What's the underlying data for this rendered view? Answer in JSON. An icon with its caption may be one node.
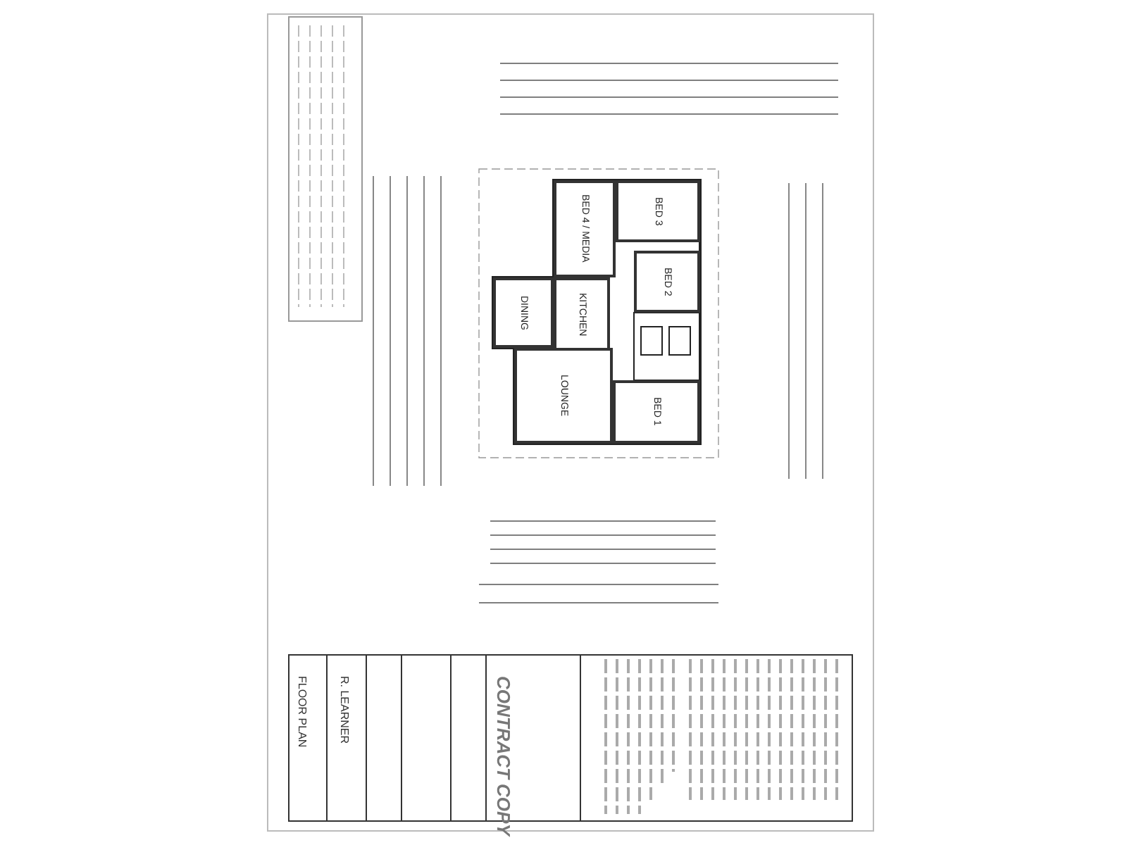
{
  "diagram": {
    "nodes": [
      {
        "text": [
          "BED 4 / MEDIA"
        ]
      },
      {
        "text": [
          "BED 3"
        ]
      },
      {
        "text": [
          "BED 2"
        ]
      },
      {
        "text": [
          "DINING"
        ]
      },
      {
        "text": [
          "KITCHEN"
        ]
      },
      {
        "text": [
          "LOUNGE"
        ]
      },
      {
        "text": [
          "BED 1"
        ]
      }
    ],
    "edges": [],
    "labels": [
      "CONTRACT COPY",
      "R. LEARNER",
      "FLOOR PLAN"
    ]
  }
}
